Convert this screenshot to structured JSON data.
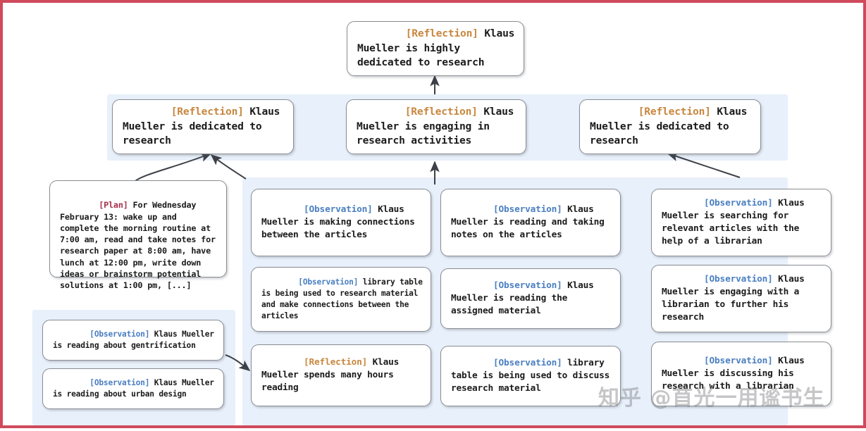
{
  "diagram": {
    "type": "reflection-tree",
    "page_border_color": "#cf4a5c",
    "group_background_color": "#e8f0fb",
    "node_border_color": "#8a8d92",
    "tag_colors": {
      "reflection": "#c8873f",
      "observation": "#4a7fc1",
      "plan": "#a8304a"
    },
    "watermark": "知乎 @苜光一用谧书生"
  },
  "nodes": {
    "root_reflection": {
      "tag": "[Reflection]",
      "text": " Klaus Mueller is highly dedicated to research"
    },
    "level2": [
      {
        "tag": "[Reflection]",
        "text": " Klaus Mueller is dedicated to research"
      },
      {
        "tag": "[Reflection]",
        "text": " Klaus Mueller is engaging in research activities"
      },
      {
        "tag": "[Reflection]",
        "text": " Klaus Mueller is dedicated to research"
      }
    ],
    "plan": {
      "tag": "[Plan]",
      "text": " For Wednesday February 13: wake up and complete the morning routine at 7:00 am, read and take notes for research paper at 8:00 am, have lunch at 12:00 pm, write down ideas or brainstorm potential solutions at 1:00 pm, [...]"
    },
    "column1": [
      {
        "tag": "[Observation]",
        "text": " Klaus Mueller is making connections between the articles"
      },
      {
        "tag": "[Observation]",
        "text": " library table is being used to research material and make connections between the articles"
      },
      {
        "tag": "[Reflection]",
        "text": " Klaus Mueller spends many hours reading"
      }
    ],
    "column2": [
      {
        "tag": "[Observation]",
        "text": " Klaus Mueller is reading and taking notes on the articles"
      },
      {
        "tag": "[Observation]",
        "text": " Klaus Mueller is reading the assigned material"
      },
      {
        "tag": "[Observation]",
        "text": " library table is being used to discuss research material"
      }
    ],
    "column3": [
      {
        "tag": "[Observation]",
        "text": " Klaus Mueller is searching for relevant articles with the help of a librarian"
      },
      {
        "tag": "[Observation]",
        "text": " Klaus Mueller is engaging with a librarian to further his research"
      },
      {
        "tag": "[Observation]",
        "text": " Klaus Mueller is discussing his research with a librarian"
      }
    ],
    "bottom_left": [
      {
        "tag": "[Observation]",
        "text": " Klaus Mueller is reading about gentrification"
      },
      {
        "tag": "[Observation]",
        "text": " Klaus Mueller is reading about urban design"
      }
    ]
  }
}
